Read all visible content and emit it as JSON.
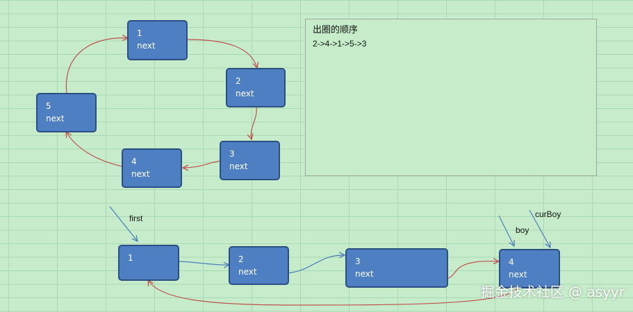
{
  "ring_nodes": [
    {
      "id": "1",
      "label": "next"
    },
    {
      "id": "2",
      "label": "next"
    },
    {
      "id": "3",
      "label": "next"
    },
    {
      "id": "4",
      "label": "next"
    },
    {
      "id": "5",
      "label": "next"
    }
  ],
  "list_nodes": [
    {
      "id": "1",
      "label": ""
    },
    {
      "id": "2",
      "label": "next"
    },
    {
      "id": "3",
      "label": "next"
    },
    {
      "id": "4",
      "label": "next"
    }
  ],
  "pointers": {
    "first": "first",
    "boy": "boy",
    "cur_boy": "curBoy"
  },
  "panel": {
    "title": "出圈的顺序",
    "sequence": "2->4->1->5->3"
  },
  "watermark": "掘金技术社区 @ asyyr",
  "colors": {
    "node_fill": "#4f7fc3",
    "node_border": "#2c4f82",
    "red_arrow": "#c0504d",
    "blue_arrow": "#4a7ebb",
    "background": "#c6eccb"
  }
}
